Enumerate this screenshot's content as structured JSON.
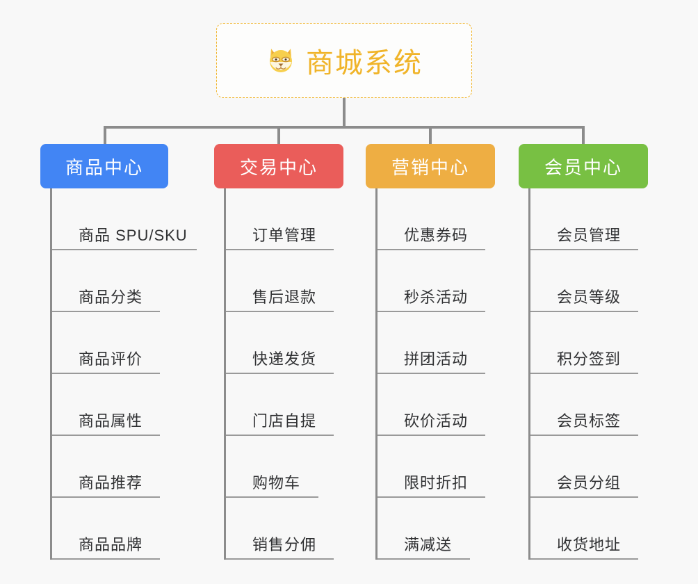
{
  "page": {
    "background_color": "#f8f8f8",
    "connector_color": "#8c8c8c",
    "underline_color": "#9a9a9a",
    "text_color": "#303133"
  },
  "root": {
    "title": "商城系统",
    "icon": "shiba-inu-dog-face-emoji",
    "accent_color": "#f0b429",
    "border_style": "dashed"
  },
  "categories": [
    {
      "label": "商品中心",
      "color": "#4285f4",
      "items": [
        {
          "label": "商品 SPU/SKU",
          "underline_width": 208
        },
        {
          "label": "商品分类",
          "underline_width": 155
        },
        {
          "label": "商品评价",
          "underline_width": 155
        },
        {
          "label": "商品属性",
          "underline_width": 155
        },
        {
          "label": "商品推荐",
          "underline_width": 155
        },
        {
          "label": "商品品牌",
          "underline_width": 155
        }
      ]
    },
    {
      "label": "交易中心",
      "color": "#ea5d5a",
      "items": [
        {
          "label": "订单管理",
          "underline_width": 155
        },
        {
          "label": "售后退款",
          "underline_width": 155
        },
        {
          "label": "快递发货",
          "underline_width": 155
        },
        {
          "label": "门店自提",
          "underline_width": 155
        },
        {
          "label": "购物车",
          "underline_width": 133
        },
        {
          "label": "销售分佣",
          "underline_width": 155
        }
      ]
    },
    {
      "label": "营销中心",
      "color": "#eeae43",
      "items": [
        {
          "label": "优惠券码",
          "underline_width": 155
        },
        {
          "label": "秒杀活动",
          "underline_width": 155
        },
        {
          "label": "拼团活动",
          "underline_width": 155
        },
        {
          "label": "砍价活动",
          "underline_width": 155
        },
        {
          "label": "限时折扣",
          "underline_width": 155
        },
        {
          "label": "满减送",
          "underline_width": 133
        }
      ]
    },
    {
      "label": "会员中心",
      "color": "#78c043",
      "items": [
        {
          "label": "会员管理",
          "underline_width": 155
        },
        {
          "label": "会员等级",
          "underline_width": 155
        },
        {
          "label": "积分签到",
          "underline_width": 155
        },
        {
          "label": "会员标签",
          "underline_width": 155
        },
        {
          "label": "会员分组",
          "underline_width": 155
        },
        {
          "label": "收货地址",
          "underline_width": 155
        }
      ]
    }
  ]
}
